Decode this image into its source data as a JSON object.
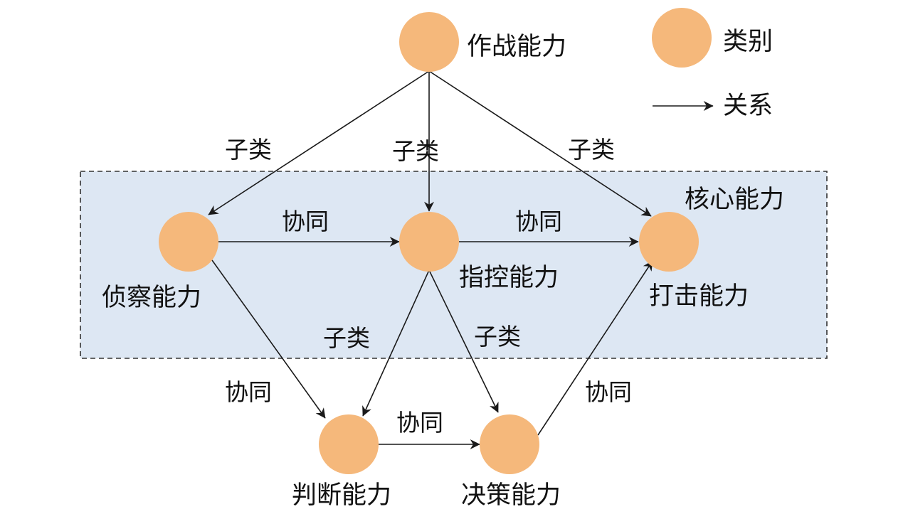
{
  "region": {
    "label": "核心能力"
  },
  "nodes": {
    "combat": "作战能力",
    "recon": "侦察能力",
    "command": "指控能力",
    "strike": "打击能力",
    "judge": "判断能力",
    "decide": "决策能力"
  },
  "edges": [
    {
      "from": "combat",
      "to": "recon",
      "label": "子类"
    },
    {
      "from": "combat",
      "to": "command",
      "label": "子类"
    },
    {
      "from": "combat",
      "to": "strike",
      "label": "子类"
    },
    {
      "from": "recon",
      "to": "command",
      "label": "协同"
    },
    {
      "from": "command",
      "to": "strike",
      "label": "协同"
    },
    {
      "from": "command",
      "to": "judge",
      "label": "子类"
    },
    {
      "from": "command",
      "to": "decide",
      "label": "子类"
    },
    {
      "from": "recon",
      "to": "judge",
      "label": "协同"
    },
    {
      "from": "judge",
      "to": "decide",
      "label": "协同"
    },
    {
      "from": "decide",
      "to": "strike",
      "label": "协同"
    }
  ],
  "legend": {
    "category": "类别",
    "relation": "关系"
  },
  "colors": {
    "node_fill": "#F5B87B",
    "region_fill": "#DDE7F3"
  }
}
